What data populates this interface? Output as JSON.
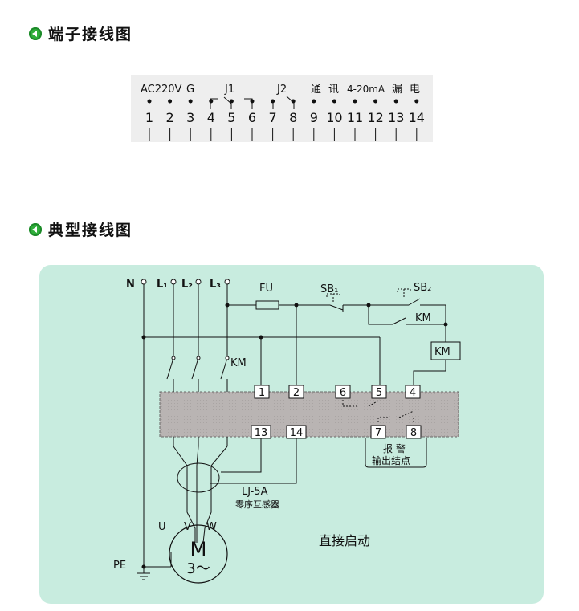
{
  "sections": {
    "terminal": {
      "title": "端子接线图"
    },
    "typical": {
      "title": "典型接线图"
    }
  },
  "terminal_strip": {
    "group_labels": {
      "ac220v": "AC220V",
      "g": "G",
      "j1": "J1",
      "j2": "J2",
      "comm_1": "通",
      "comm_2": "讯",
      "analog": "4-20mA",
      "leak_1": "漏",
      "leak_2": "电"
    },
    "numbers": [
      "1",
      "2",
      "3",
      "4",
      "5",
      "6",
      "7",
      "8",
      "9",
      "10",
      "11",
      "12",
      "13",
      "14"
    ]
  },
  "typical_diagram": {
    "labels": {
      "n": "N",
      "l1": "L₁",
      "l2": "L₂",
      "l3": "L₃",
      "fu": "FU",
      "sb1": "SB₁",
      "sb2": "SB₂",
      "km_contact": "KM",
      "km_coil": "KM",
      "km_main": "KM",
      "ct_model": "LJ-5A",
      "ct_name": "零序互感器",
      "u": "U",
      "v": "V",
      "w": "W",
      "pe": "PE",
      "motor_letter": "M",
      "motor_phase": "3～",
      "alarm_1": "报  警",
      "alarm_2": "输出结点",
      "start_mode": "直接启动"
    },
    "terminals": {
      "t1": "1",
      "t2": "2",
      "t6": "6",
      "t5": "5",
      "t4": "4",
      "t13": "13",
      "t14": "14",
      "t7": "7",
      "t8": "8"
    }
  }
}
